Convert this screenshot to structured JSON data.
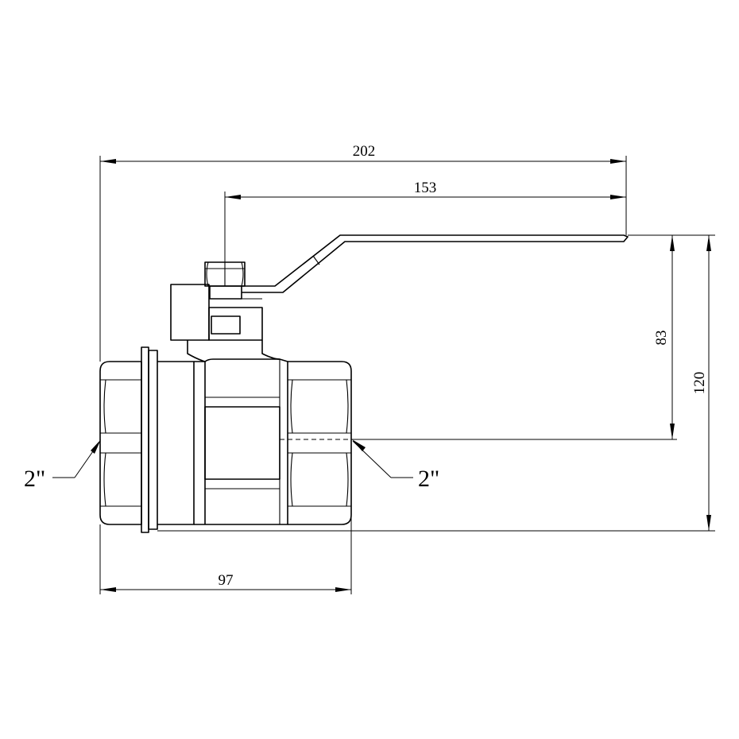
{
  "dimensions": {
    "overall_length": "202",
    "handle_reach": "153",
    "handle_height": "83",
    "total_height": "120",
    "body_length": "97"
  },
  "thread_labels": {
    "left": "2\"",
    "right": "2\""
  }
}
